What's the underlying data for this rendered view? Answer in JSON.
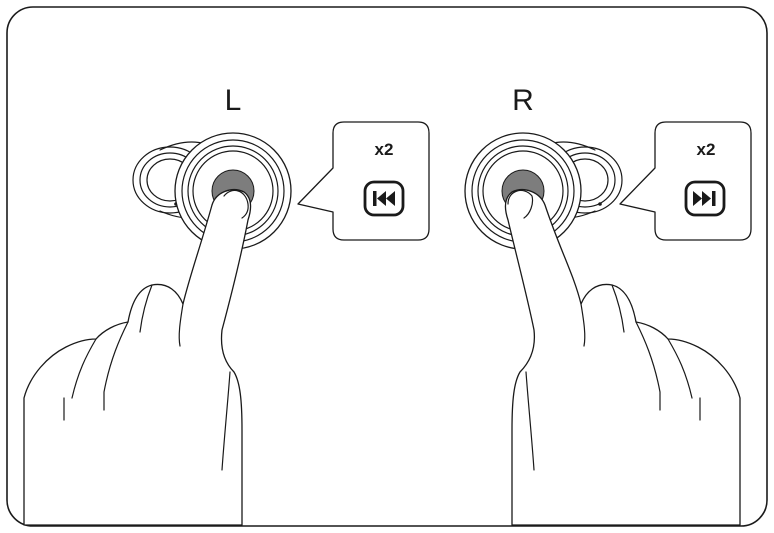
{
  "left_panel": {
    "side_label": "L",
    "tap_count": "x2",
    "action_icon": "previous-track-icon"
  },
  "right_panel": {
    "side_label": "R",
    "tap_count": "x2",
    "action_icon": "next-track-icon"
  },
  "colors": {
    "outline": "#1a1a1a",
    "touch_area": "#7d7d7d",
    "background": "#ffffff"
  }
}
